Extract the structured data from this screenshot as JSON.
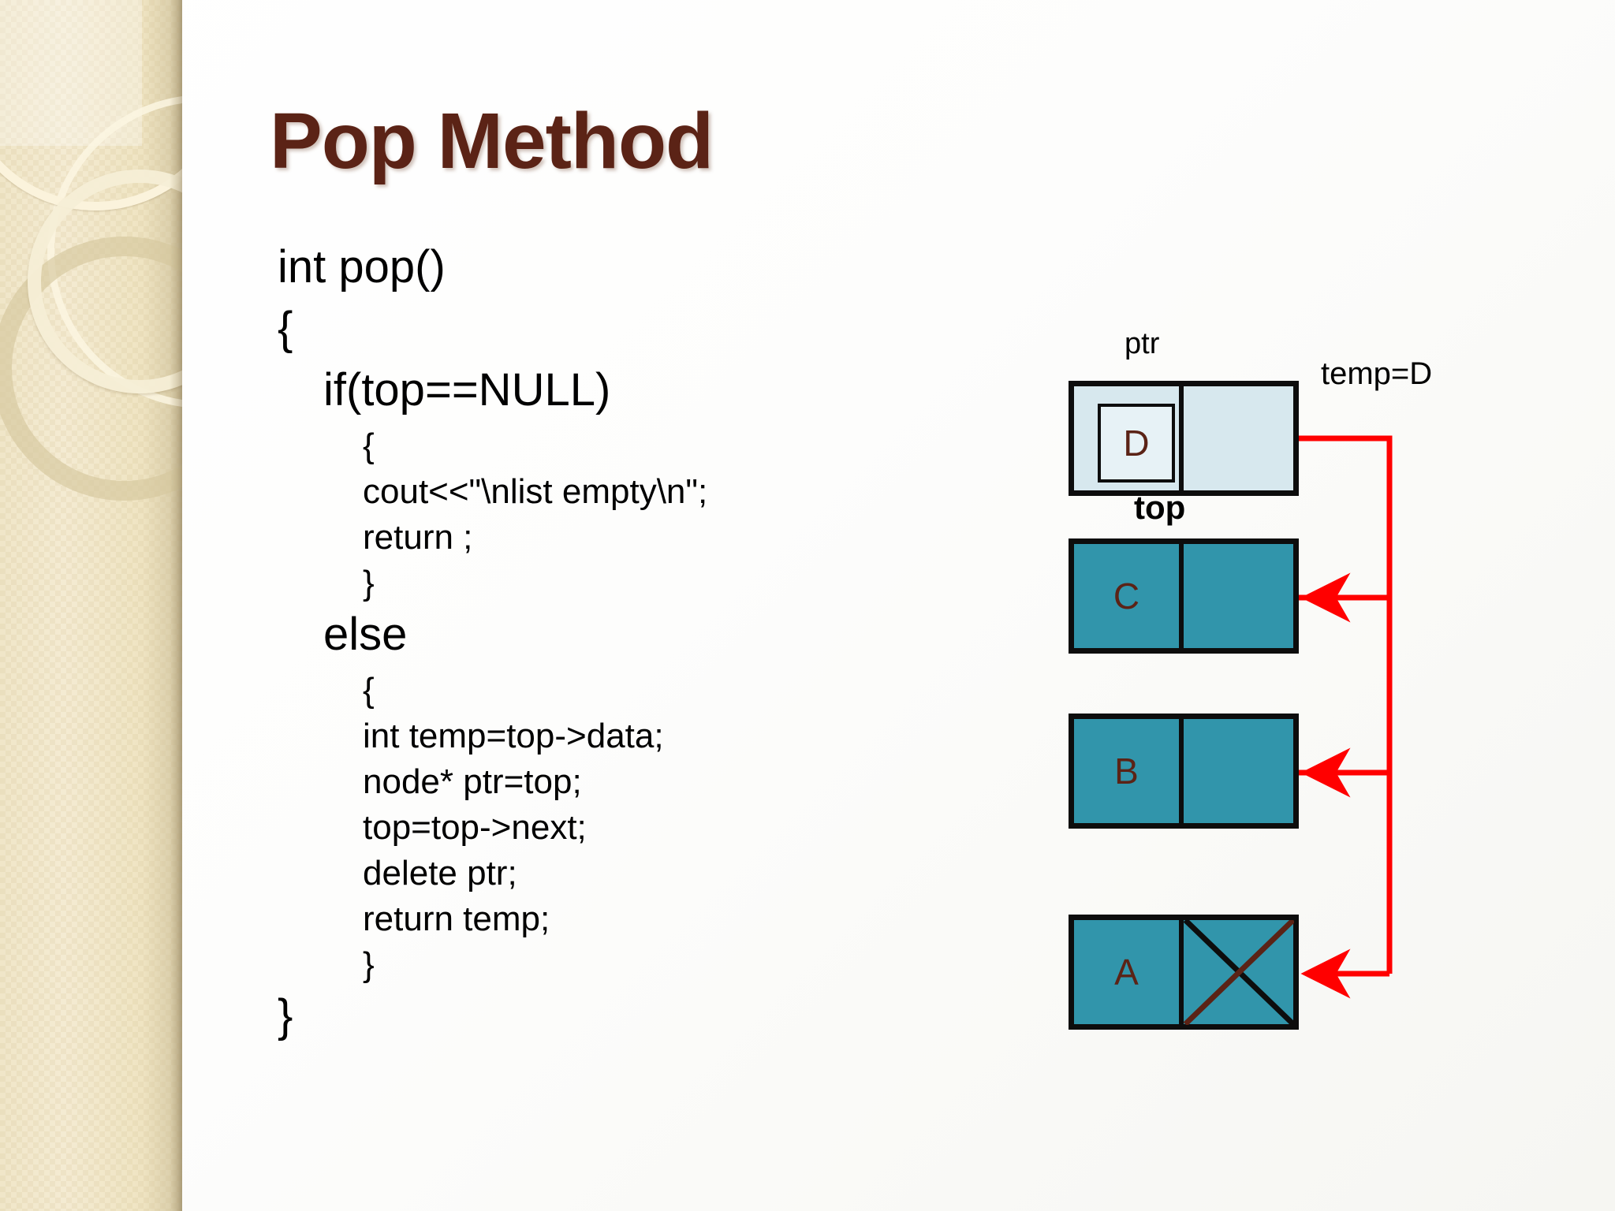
{
  "slide": {
    "title": "Pop Method",
    "theme": {
      "title_color": "#5b2316",
      "accent_red": "#ff0000",
      "node_fill_teal": "#3195ab",
      "node_fill_light": "#d7e8ee",
      "node_border": "#0d0d0d",
      "sidebar_beige": "#f0e6c8"
    }
  },
  "code": {
    "lines": [
      {
        "text": "int pop()",
        "size": "lg",
        "indent": 0
      },
      {
        "text": "{",
        "size": "lg",
        "indent": 0
      },
      {
        "text": "if(top==NULL)",
        "size": "lg",
        "indent": 1
      },
      {
        "text": "{",
        "size": "md",
        "indent": 2
      },
      {
        "text": "cout<<\"\\nlist empty\\n\";",
        "size": "md",
        "indent": 2
      },
      {
        "text": "return ;",
        "size": "md",
        "indent": 2
      },
      {
        "text": "}",
        "size": "md",
        "indent": 2
      },
      {
        "text": "else",
        "size": "lg",
        "indent": 1
      },
      {
        "text": "{",
        "size": "md",
        "indent": 2
      },
      {
        "text": "int temp=top->data;",
        "size": "md",
        "indent": 2
      },
      {
        "text": "node* ptr=top;",
        "size": "md",
        "indent": 2
      },
      {
        "text": "top=top->next;",
        "size": "md",
        "indent": 2
      },
      {
        "text": "delete ptr;",
        "size": "md",
        "indent": 2
      },
      {
        "text": "return temp;",
        "size": "md",
        "indent": 2
      },
      {
        "text": "}",
        "size": "md",
        "indent": 2
      },
      {
        "text": "}",
        "size": "lg",
        "indent": 0
      }
    ]
  },
  "diagram": {
    "labels": {
      "ptr": "ptr",
      "temp": "temp=D",
      "top": "top"
    },
    "nodes": [
      {
        "id": "D",
        "value": "D",
        "style": "light",
        "highlighted": true,
        "next_null": false
      },
      {
        "id": "C",
        "value": "C",
        "style": "teal",
        "highlighted": false,
        "next_null": false
      },
      {
        "id": "B",
        "value": "B",
        "style": "teal",
        "highlighted": false,
        "next_null": false
      },
      {
        "id": "A",
        "value": "A",
        "style": "teal",
        "highlighted": false,
        "next_null": true
      }
    ]
  }
}
